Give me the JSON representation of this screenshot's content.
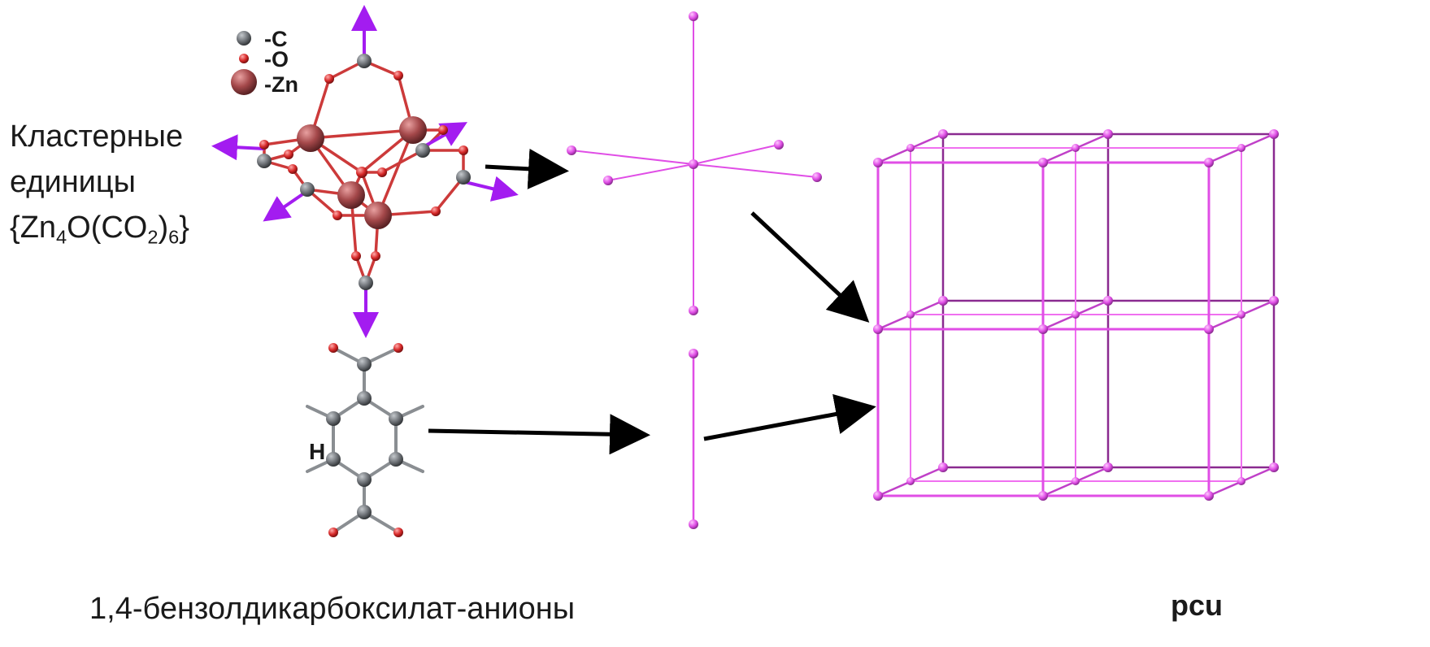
{
  "cluster": {
    "line1": "Кластерные",
    "line2": "единицы",
    "formula": {
      "open": "{Zn",
      "s1": "4",
      "mid": "O(CO",
      "s2": "2",
      "close": ")",
      "s3": "6",
      "end": "}"
    }
  },
  "legend": [
    {
      "text": "C",
      "color": "#6e7277"
    },
    {
      "text": "O",
      "color": "#d62828"
    },
    {
      "text": "Zn",
      "color": "#a4484a"
    }
  ],
  "linker": {
    "h_label": "H",
    "name": "1,4-бензолдикарбоксилат-анионы"
  },
  "net": {
    "name": "pcu",
    "color": "#e04ee6",
    "dark": "#8a2a90"
  },
  "colors": {
    "arrow": "#000000",
    "vector": "#a31cf0",
    "c_atom": "#6e7277",
    "o_atom": "#d62828",
    "zn_atom": "#a4484a",
    "bond": "#cc3a3a"
  }
}
